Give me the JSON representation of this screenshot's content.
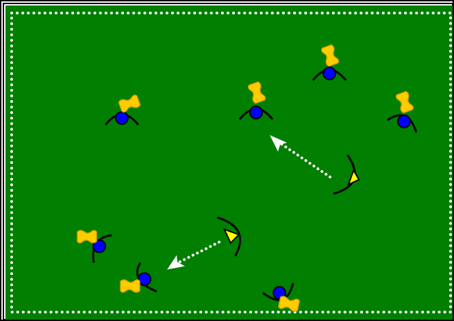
{
  "diagram": {
    "colors": {
      "outer_frame": "#000000",
      "pitch": "#007f00",
      "boundary": "#ffffff",
      "player_head": "#0000ff",
      "player_body": "#000000",
      "bib": "#ffcc00",
      "bib_edge": "#d9a200",
      "cone_fill": "#ffff00",
      "pass_line": "#ffffff"
    },
    "pitch": {
      "name": "training-pitch",
      "boundary_style": "dotted"
    },
    "players": [
      {
        "id": "p1",
        "name": "player-top-left",
        "icon": "player-with-bib-icon"
      },
      {
        "id": "p2",
        "name": "player-top-center",
        "icon": "player-with-bib-icon"
      },
      {
        "id": "p3",
        "name": "player-top-right-upper",
        "icon": "player-with-bib-icon"
      },
      {
        "id": "p4",
        "name": "player-top-right",
        "icon": "player-with-bib-icon"
      },
      {
        "id": "p5",
        "name": "player-bottom-left",
        "icon": "player-with-bib-icon"
      },
      {
        "id": "p6",
        "name": "player-bottom-left-lower",
        "icon": "player-with-bib-icon"
      },
      {
        "id": "p7",
        "name": "player-bottom-center",
        "icon": "player-with-bib-icon"
      }
    ],
    "servers": [
      {
        "id": "s1",
        "name": "server-right",
        "icon": "server-with-cone-icon"
      },
      {
        "id": "s2",
        "name": "server-center",
        "icon": "server-with-cone-icon"
      }
    ],
    "passes": [
      {
        "id": "a1",
        "name": "pass-arrow-upper",
        "style": "dotted-with-arrowhead"
      },
      {
        "id": "a2",
        "name": "pass-arrow-lower",
        "style": "dotted-with-arrowhead"
      }
    ]
  }
}
